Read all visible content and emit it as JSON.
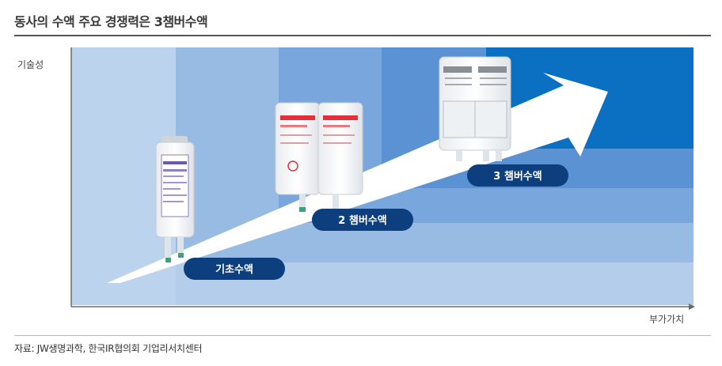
{
  "header": {
    "title": "동사의 수액 주요 경쟁력은 3챔버수액"
  },
  "diagram": {
    "y_axis_label": "기술성",
    "x_axis_label": "부가가치",
    "stages": [
      {
        "label": "기초수액",
        "color": "#0d3f7e"
      },
      {
        "label": "2 챔버수액",
        "color": "#0d3f7e"
      },
      {
        "label": "3 챔버수액",
        "color": "#0d3f7e"
      }
    ],
    "colors": {
      "band_1": "#b4cdea",
      "band_2": "#98bbe3",
      "band_3": "#79a6dc",
      "band_4": "#5a92d4",
      "band_5": "#0b6fc2",
      "arrow": "#ffffff",
      "pill": "#0d3f7e"
    }
  },
  "footer": {
    "source": "자료: JW생명과학, 한국IR협의회 기업리서치센터"
  }
}
